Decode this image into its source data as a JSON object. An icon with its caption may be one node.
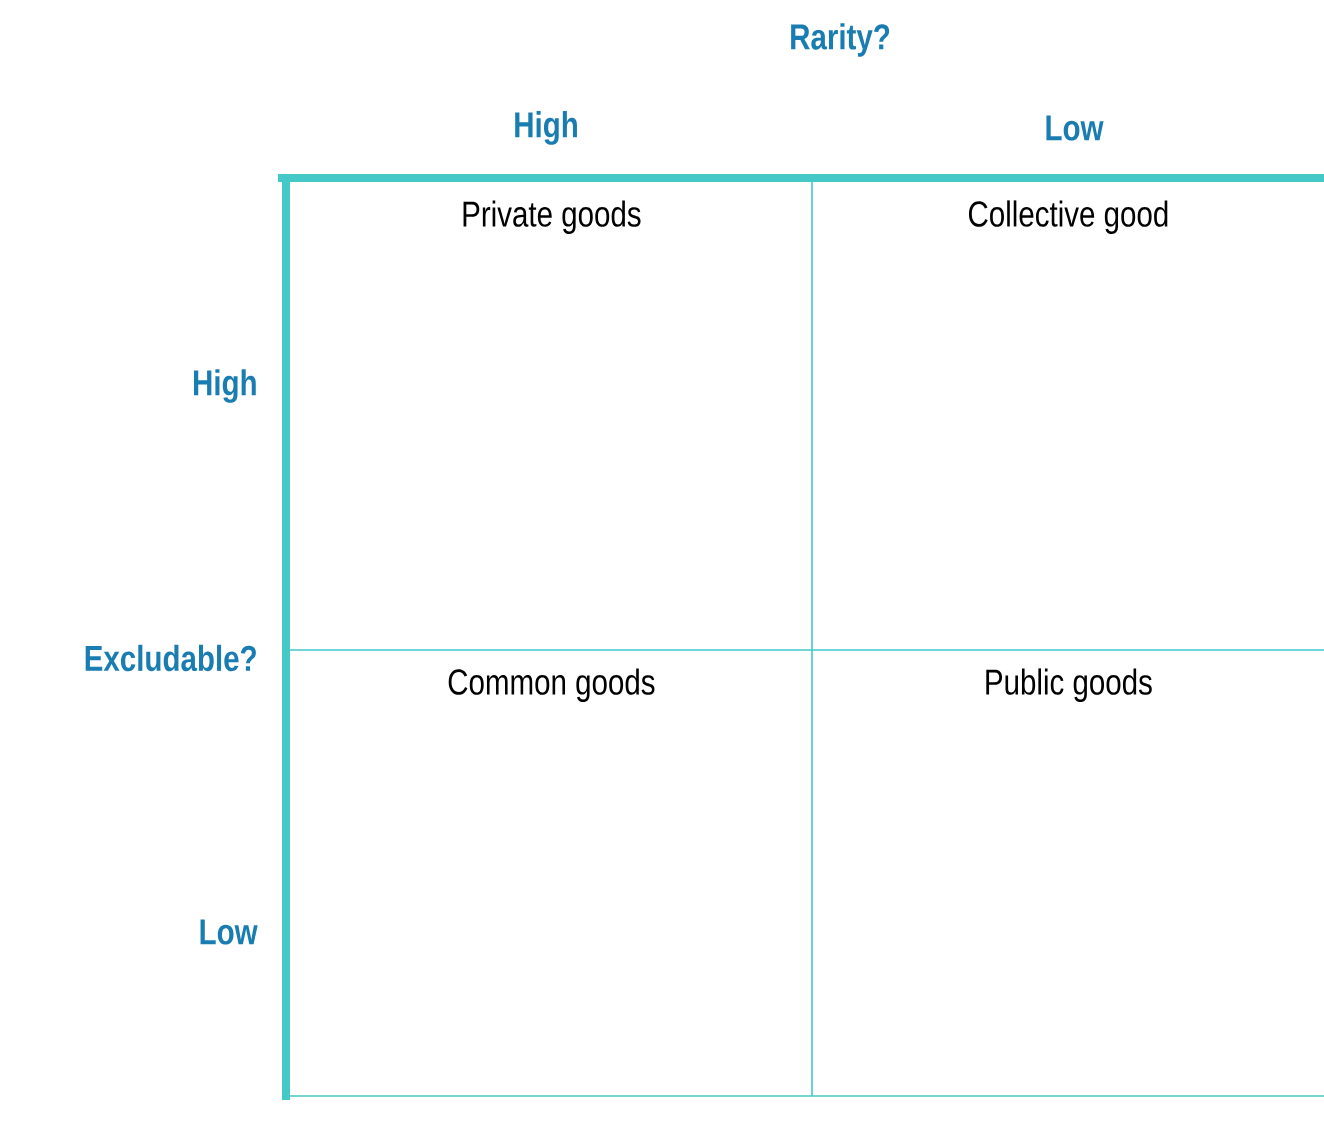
{
  "diagram": {
    "nodes": [
      {
        "text": [
          "Private goods"
        ]
      },
      {
        "text": [
          "Collective good"
        ]
      },
      {
        "text": [
          "Common goods"
        ]
      },
      {
        "text": [
          "Public goods"
        ]
      }
    ],
    "labels": [
      "Rarity?",
      "High",
      "Low",
      "High",
      "Excludable?",
      "Low"
    ]
  }
}
